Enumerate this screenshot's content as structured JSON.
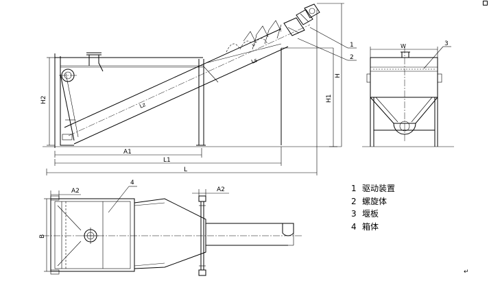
{
  "legend": [
    {
      "num": "1",
      "name": "驱动装置"
    },
    {
      "num": "2",
      "name": "螺旋体"
    },
    {
      "num": "3",
      "name": "堰板"
    },
    {
      "num": "4",
      "name": "箱体"
    }
  ],
  "callouts": {
    "c1": "1",
    "c2": "2",
    "c3": "3",
    "c4": "4"
  },
  "dims": {
    "A1": "A1",
    "L1": "L1",
    "L": "L",
    "H": "H",
    "H1": "H1",
    "H2": "H2",
    "W": "W",
    "B": "B",
    "A2_left": "A2",
    "A2_right": "A2"
  },
  "marks": {
    "Lz": "Lz",
    "Ls": "Ls"
  },
  "return_mark": "↵"
}
